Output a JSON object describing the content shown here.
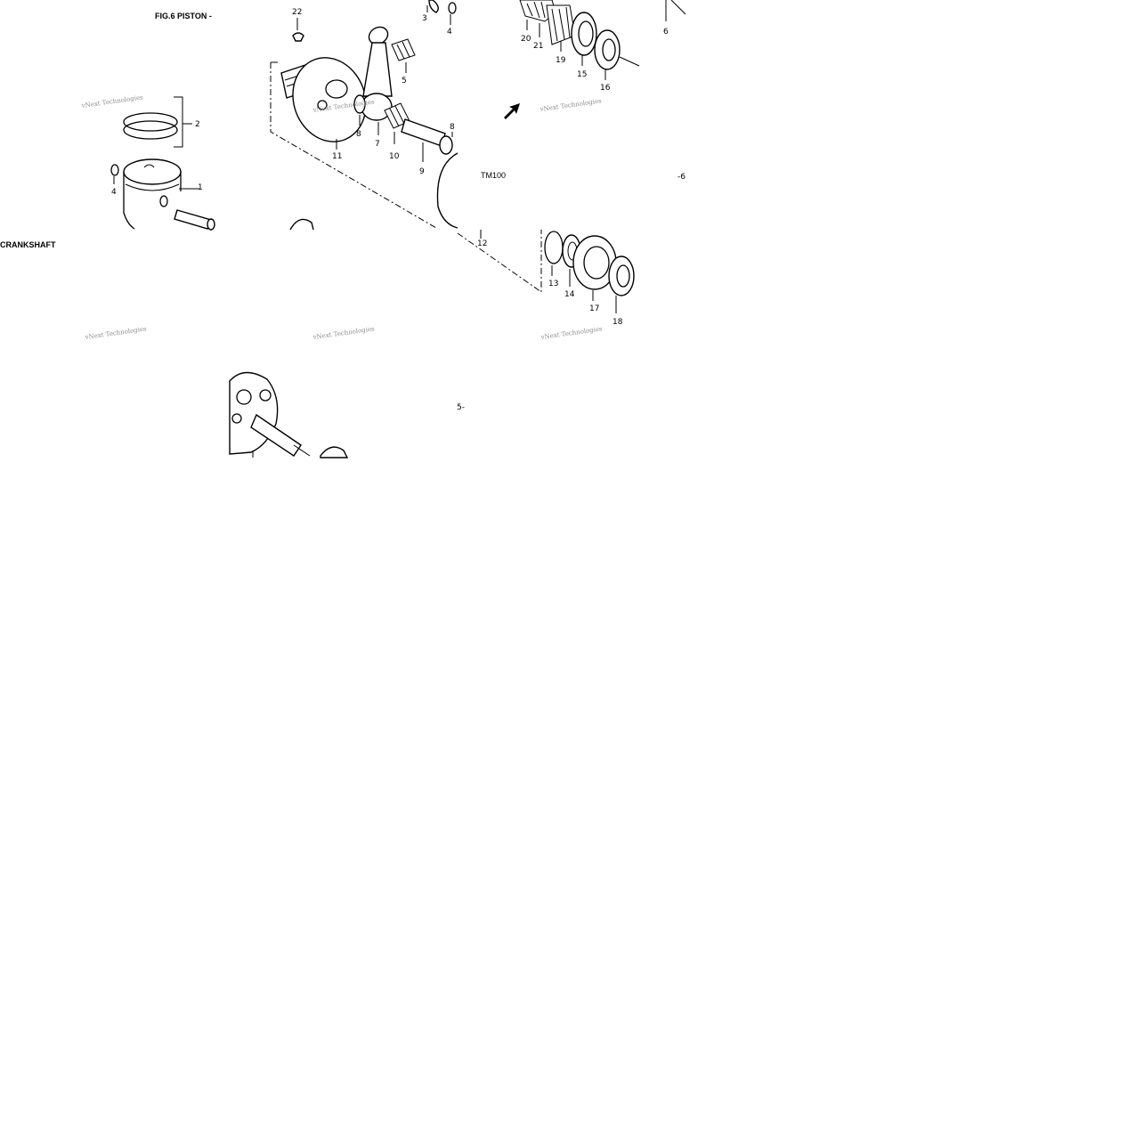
{
  "titles": {
    "figure": "FIG.6  PISTON -",
    "section": "CRANKSHAFT",
    "model": "TM100",
    "model_suffix": "-6",
    "tail_mark": "5-"
  },
  "watermark": {
    "text": "vNext Technologies"
  },
  "callouts": {
    "p1": "1",
    "p2": "2",
    "p4a": "4",
    "p22": "22",
    "p3": "3",
    "p4b": "4",
    "p5": "5",
    "p6": "6",
    "p7": "7",
    "p8a": "8",
    "p8b": "8",
    "p9": "9",
    "p10": "10",
    "p11": "11",
    "p12": "12",
    "p13": "13",
    "p14": "14",
    "p15": "15",
    "p16": "16",
    "p17": "17",
    "p18": "18",
    "p19": "19",
    "p20": "20",
    "p21": "21"
  }
}
